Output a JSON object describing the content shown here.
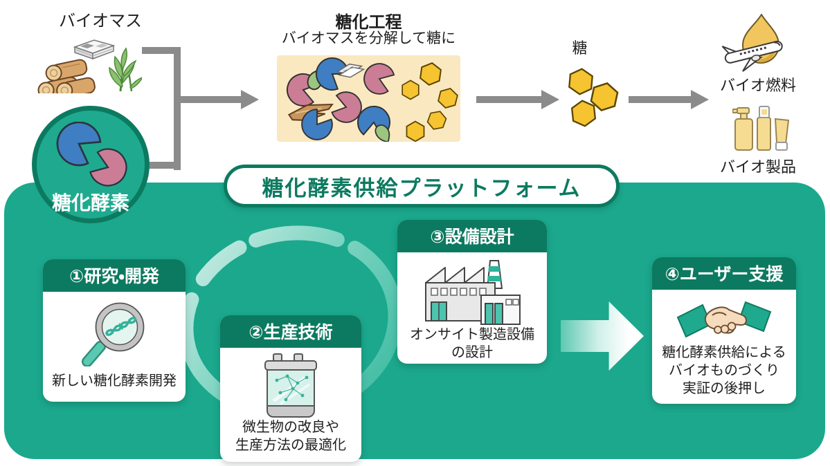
{
  "colors": {
    "teal_background": "#1BA88D",
    "dark_green": "#0C7A60",
    "beige_box": "#FAE8C0",
    "arrow_gray": "#8B8B8B",
    "sugar_yellow": "#F6C331",
    "enzyme_blue": "#3F7EC2",
    "enzyme_pink": "#CC7D96",
    "leaf_green": "#9CC57F"
  },
  "top_flow": {
    "biomass": {
      "label": "バイオマス",
      "icons": [
        "newspaper-stack",
        "wood-logs",
        "plant"
      ]
    },
    "enzyme_circle": {
      "label": "糖化酵素"
    },
    "process": {
      "title": "糖化工程",
      "subtitle": "バイオマスを分解して糖に"
    },
    "sugar": {
      "label": "糖"
    },
    "outputs": [
      {
        "label": "バイオ燃料",
        "icon": "fuel-droplet-airplane"
      },
      {
        "label": "バイオ製品",
        "icon": "cosmetic-bottles"
      }
    ]
  },
  "platform": {
    "title": "糖化酵素供給プラットフォーム",
    "cards": [
      {
        "header": "①研究・開発",
        "body": "新しい糖化酵素開発",
        "icon": "magnifier-dna"
      },
      {
        "header": "②生産技術",
        "body": "微生物の改良や\n生産方法の最適化",
        "icon": "fermenter-tank"
      },
      {
        "header": "③設備設計",
        "body": "オンサイト製造設備\nの設計",
        "icon": "factory"
      },
      {
        "header": "④ユーザー支援",
        "body": "糖化酵素供給による\nバイオものづくり\n実証の後押し",
        "icon": "handshake"
      }
    ]
  }
}
